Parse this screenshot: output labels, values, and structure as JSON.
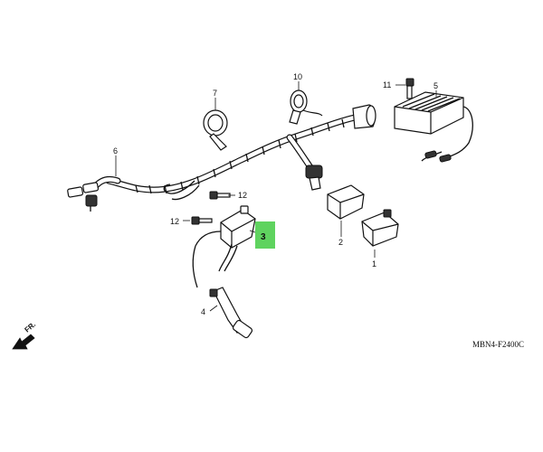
{
  "diagram": {
    "reference_code": "MBN4-F2400C",
    "front_marker": "FR.",
    "highlight_color": "#5fd35f",
    "callouts": {
      "c1": "1",
      "c2": "2",
      "c3": "3",
      "c4": "4",
      "c5": "5",
      "c6": "6",
      "c7": "7",
      "c10": "10",
      "c11": "11",
      "c12a": "12",
      "c12b": "12"
    },
    "highlighted_callout": "3"
  }
}
